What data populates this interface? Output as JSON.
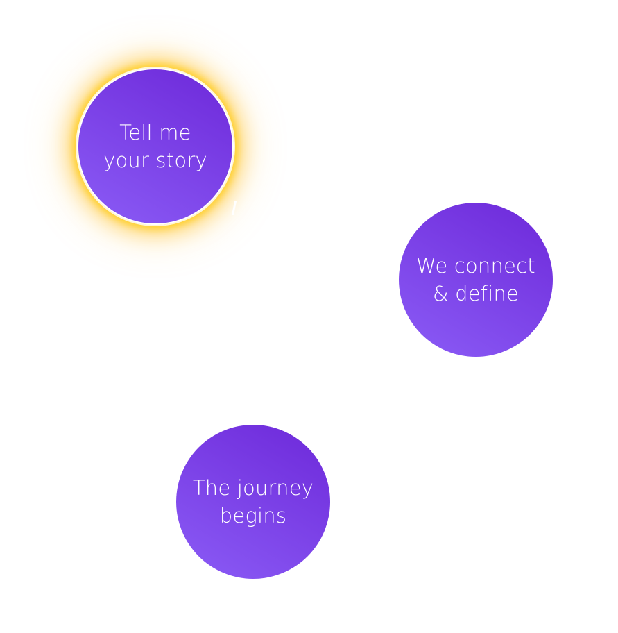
{
  "steps": [
    {
      "label": "Tell me\nyour story",
      "highlighted": true
    },
    {
      "label": "We connect\n& define",
      "highlighted": false
    },
    {
      "label": "The journey\nbegins",
      "highlighted": false
    }
  ],
  "colors": {
    "circle_gradient_start": "#8b5cf6",
    "circle_gradient_end": "#6d28d9",
    "highlight_glow": "#ffc21a",
    "text": "#ffffff",
    "background": "#ffffff"
  }
}
